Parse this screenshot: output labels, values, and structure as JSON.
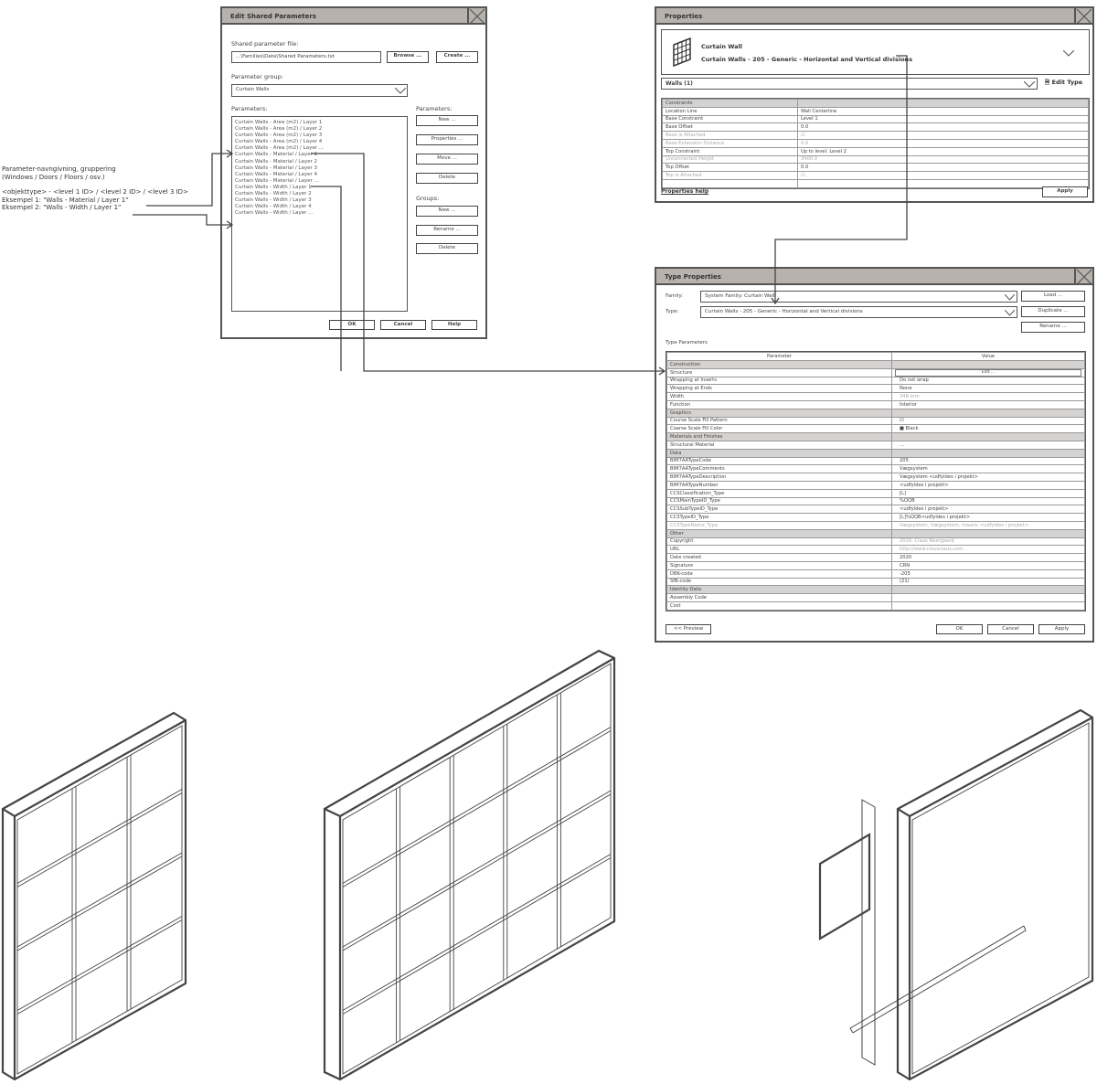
{
  "annotation": {
    "line1": "Parameter-navngivning, gruppering",
    "line2": "(Windows / Doors / Floors / osv.)",
    "line3": "<objekttype> - <level 1 ID> / <level 2 ID> / <level 3 ID>",
    "line4": "Eksempel 1: \"Walls - Material / Layer 1\"",
    "line5": "Eksempel 2: \"Walls - Width / Layer 1\""
  },
  "shared": {
    "title": "Edit Shared Parameters",
    "file_label": "Shared parameter file:",
    "file_value": "...\\Families\\Data\\Shared Parameters.txt",
    "browse": "Browse ...",
    "create": "Create ...",
    "group_label": "Parameter group:",
    "group_value": "Curtain Walls",
    "params_label": "Parameters:",
    "params_btn_label": "Parameters:",
    "groups_label": "Groups:",
    "params": [
      "Curtain Walls - Area (m2) / Layer 1",
      "Curtain Walls - Area (m2) / Layer 2",
      "Curtain Walls - Area (m2) / Layer 3",
      "Curtain Walls - Area (m2) / Layer 4",
      "Curtain Walls - Area (m2) / Layer ...",
      "Curtain Walls - Material / Layer 1",
      "Curtain Walls - Material / Layer 2",
      "Curtain Walls - Material / Layer 3",
      "Curtain Walls - Material / Layer 4",
      "Curtain Walls - Material / Layer ...",
      "Curtain Walls - Width / Layer 1",
      "Curtain Walls - Width / Layer 2",
      "Curtain Walls - Width / Layer 3",
      "Curtain Walls - Width / Layer 4",
      "Curtain Walls - Width / Layer ..."
    ],
    "param_buttons": [
      "New ...",
      "Properties ...",
      "Move ...",
      "Delete"
    ],
    "group_buttons": [
      "New ...",
      "Rename ...",
      "Delete"
    ],
    "ok": "OK",
    "cancel": "Cancel",
    "help": "Help"
  },
  "properties": {
    "title": "Properties",
    "family": "Curtain Wall",
    "type": "Curtain Walls - 205 - Generic - Horizontal and Vertical divisions",
    "selector": "Walls (1)",
    "edit_type": "Edit Type",
    "rows": [
      {
        "p": "Constraints",
        "v": "",
        "kind": "sec"
      },
      {
        "p": "Location Line",
        "v": "Wall Centerline"
      },
      {
        "p": "Base Constraint",
        "v": "Level 1"
      },
      {
        "p": "Base Offset",
        "v": "0.0"
      },
      {
        "p": "Base is Attached",
        "v": "☑",
        "kind": "dim"
      },
      {
        "p": "Base Extension Distance",
        "v": "0.0",
        "kind": "dim"
      },
      {
        "p": "Top Constraint",
        "v": "Up to level: Level 2"
      },
      {
        "p": "Unconnected Height",
        "v": "3400.0",
        "kind": "dim"
      },
      {
        "p": "Top Offset",
        "v": "0.0"
      },
      {
        "p": "Top is Attached",
        "v": "☑",
        "kind": "dim"
      },
      {
        "p": "",
        "v": ""
      }
    ],
    "help": "Properties help",
    "apply": "Apply"
  },
  "type_properties": {
    "title": "Type Properties",
    "family_label": "Family:",
    "family_value": "System Family: Curtain Wall",
    "type_label": "Type:",
    "type_value": "Curtain Walls - 205 - Generic - Horizontal and Vertical divisions",
    "load": "Load ...",
    "duplicate": "Duplicate ...",
    "rename": "Rename ...",
    "section_label": "Type Parameters",
    "col_param": "Parameter",
    "col_value": "Value",
    "rows": [
      {
        "p": "Construction",
        "v": "",
        "kind": "sec"
      },
      {
        "p": "Structure",
        "v": "Edit ...",
        "kind": "btn"
      },
      {
        "p": "Wrapping at Inserts",
        "v": "Do not wrap"
      },
      {
        "p": "Wrapping at Ends",
        "v": "None"
      },
      {
        "p": "Width",
        "v": "348 mm",
        "kind": "dimv"
      },
      {
        "p": "Function",
        "v": "Interior"
      },
      {
        "p": "Graphics",
        "v": "",
        "kind": "sec"
      },
      {
        "p": "Course Scale Fill Pattern",
        "v": "☑"
      },
      {
        "p": "Coarse Scale Fill Color",
        "v": "■  Black"
      },
      {
        "p": "Materials and Finishes",
        "v": "",
        "kind": "sec"
      },
      {
        "p": "Structural Material",
        "v": "..."
      },
      {
        "p": "Data",
        "v": "",
        "kind": "sec"
      },
      {
        "p": "BIM7AATypeCode",
        "v": "205"
      },
      {
        "p": "BIM7AATypeComments",
        "v": "Vægsystem"
      },
      {
        "p": "BIM7AATypeDescription",
        "v": "Vægsystem <udfyldes i projekt>"
      },
      {
        "p": "BIM7AATypeNumber",
        "v": "<udfyldes i projekt>"
      },
      {
        "p": "CCSClassification_Type",
        "v": "[L]"
      },
      {
        "p": "CCSMainTypeID_Type",
        "v": "%QQB"
      },
      {
        "p": "CCSSubTypeID_Type",
        "v": "<udfyldes i projekt>"
      },
      {
        "p": "CCSTypeID_Type",
        "v": "[L]%QQB<udfyldes i projekt>"
      },
      {
        "p": "CCSTypeName_Type",
        "v": "Vægsystem, Vægsystem, massiv <udfyldes i projekt>",
        "kind": "dim"
      },
      {
        "p": "Other",
        "v": "",
        "kind": "sec"
      },
      {
        "p": "Copyright",
        "v": "2020, Claus Neergaard",
        "kind": "dimv"
      },
      {
        "p": "URL",
        "v": "http://www.clausclaus.com",
        "kind": "dimv"
      },
      {
        "p": "Date created",
        "v": "2020"
      },
      {
        "p": "Signature",
        "v": "CRN"
      },
      {
        "p": "DBK-code",
        "v": "-205"
      },
      {
        "p": "SfB-code",
        "v": "(21)"
      },
      {
        "p": "Identity Data",
        "v": "",
        "kind": "sec"
      },
      {
        "p": "Assembly Code",
        "v": ""
      },
      {
        "p": "Cost",
        "v": ""
      }
    ],
    "preview": "<< Preview",
    "ok": "OK",
    "cancel": "Cancel",
    "apply": "Apply"
  }
}
